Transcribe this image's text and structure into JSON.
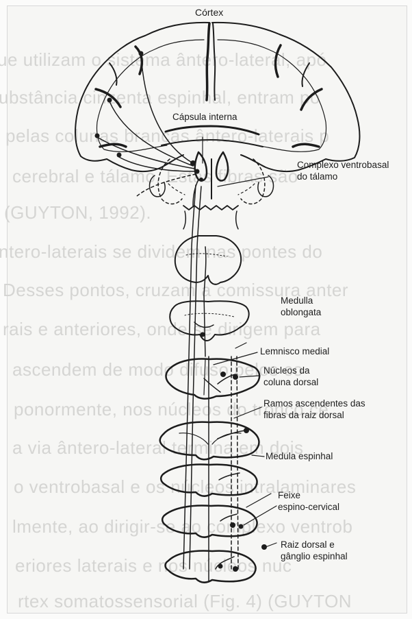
{
  "background_text": [
    "ue utilizam o sistema ântero-lateral, apó",
    "ubstância cinzenta espinhal, entram po",
    "pelas colunas brancas ântero-laterais p",
    "cerebral e tálamo. Estas fibras são",
    "(GUYTON, 1992).",
    "ntero-laterais se dividem nas pontes do",
    "Desses pontos, cruzam a comissura anter",
    "rais e anteriores, onde se dirigem para",
    "ascendem de modo difuso pelos co",
    "ponormente, nos núcleos do tronco ce",
    "a via ântero-lateral termina em dois",
    "o ventrobasal e os núcleos intralaminares",
    "lmente, ao dirigir-se ao complexo ventrob",
    "eriores laterais e nos núcleos nuc",
    "rtex somatossensorial (Fig. 4) (GUYTON"
  ],
  "labels": {
    "cortex": "Córtex",
    "capsula": "Cápsula interna",
    "complexo_l1": "Complexo ventrobasal",
    "complexo_l2": "do tálamo",
    "medulla_l1": "Medulla",
    "medulla_l2": "oblongata",
    "lemnisco": "Lemnisco medial",
    "nucleos_l1": "Núcleos da",
    "nucleos_l2": "coluna dorsal",
    "ramos_l1": "Ramos ascendentes das",
    "ramos_l2": "fibras da raiz dorsal",
    "medula_esp": "Medula espinhal",
    "feixe_l1": "Feixe",
    "feixe_l2": "espino-cervical",
    "raiz_l1": "Raiz dorsal e",
    "raiz_l2": "gânglio espinhal"
  },
  "colors": {
    "ink": "#1c1c1c",
    "faded_text": "#d5d5d3",
    "paper": "#f6f6f4"
  }
}
